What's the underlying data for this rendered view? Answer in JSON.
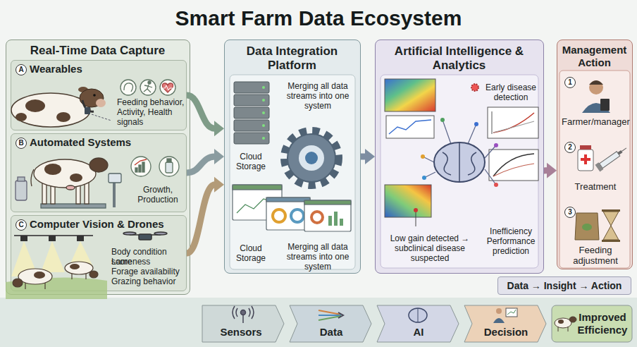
{
  "diagram": {
    "title": "Smart Farm Data Ecosystem",
    "nodes": [
      {
        "text": [
          "Real-Time Data Capture"
        ]
      },
      {
        "text": [
          "A",
          "Wearables",
          "Feeding behavior, Activity, Health signals"
        ],
        "in": 0
      },
      {
        "text": [
          "B",
          "Automated Systems",
          "Growth, Production"
        ],
        "in": 0
      },
      {
        "text": [
          "C",
          "Computer Vision & Drones",
          "Body condition score",
          "Lameness",
          "Forage availability",
          "Grazing behavior"
        ],
        "in": 0
      },
      {
        "text": [
          "Data Integration Platform",
          "Merging all data streams into one system",
          "Cloud Storage",
          "Cloud Storage",
          "Merging all data streams into one system"
        ]
      },
      {
        "text": [
          "Artificial Intelligence & Analytics",
          "Early disease detection",
          "Inefficiency Performance prediction"
        ]
      },
      {
        "text": [
          "Low gain detected → subclinical disease suspected"
        ],
        "in": 5
      },
      {
        "text": [
          "Management Action"
        ]
      },
      {
        "text": [
          "1",
          "Farmer/manager"
        ],
        "in": 7
      },
      {
        "text": [
          "2",
          "Treatment"
        ],
        "in": 7
      },
      {
        "text": [
          "3",
          "Feeding adjustment"
        ],
        "in": 7
      },
      {
        "text": [
          "Data → Insight → Action"
        ]
      },
      {
        "text": [
          "Sensors"
        ]
      },
      {
        "text": [
          "Data"
        ]
      },
      {
        "text": [
          "AI"
        ]
      },
      {
        "text": [
          "Decision"
        ]
      },
      {
        "text": [
          "Improved Efficiency"
        ]
      }
    ],
    "edges": [
      {
        "from": 1,
        "to": 4,
        "arrow": "to"
      },
      {
        "from": 2,
        "to": 4,
        "arrow": "to"
      },
      {
        "from": 3,
        "to": 4,
        "arrow": "to"
      },
      {
        "from": 4,
        "to": 5,
        "arrow": "to"
      },
      {
        "from": 5,
        "to": 7,
        "arrow": "to"
      }
    ]
  }
}
